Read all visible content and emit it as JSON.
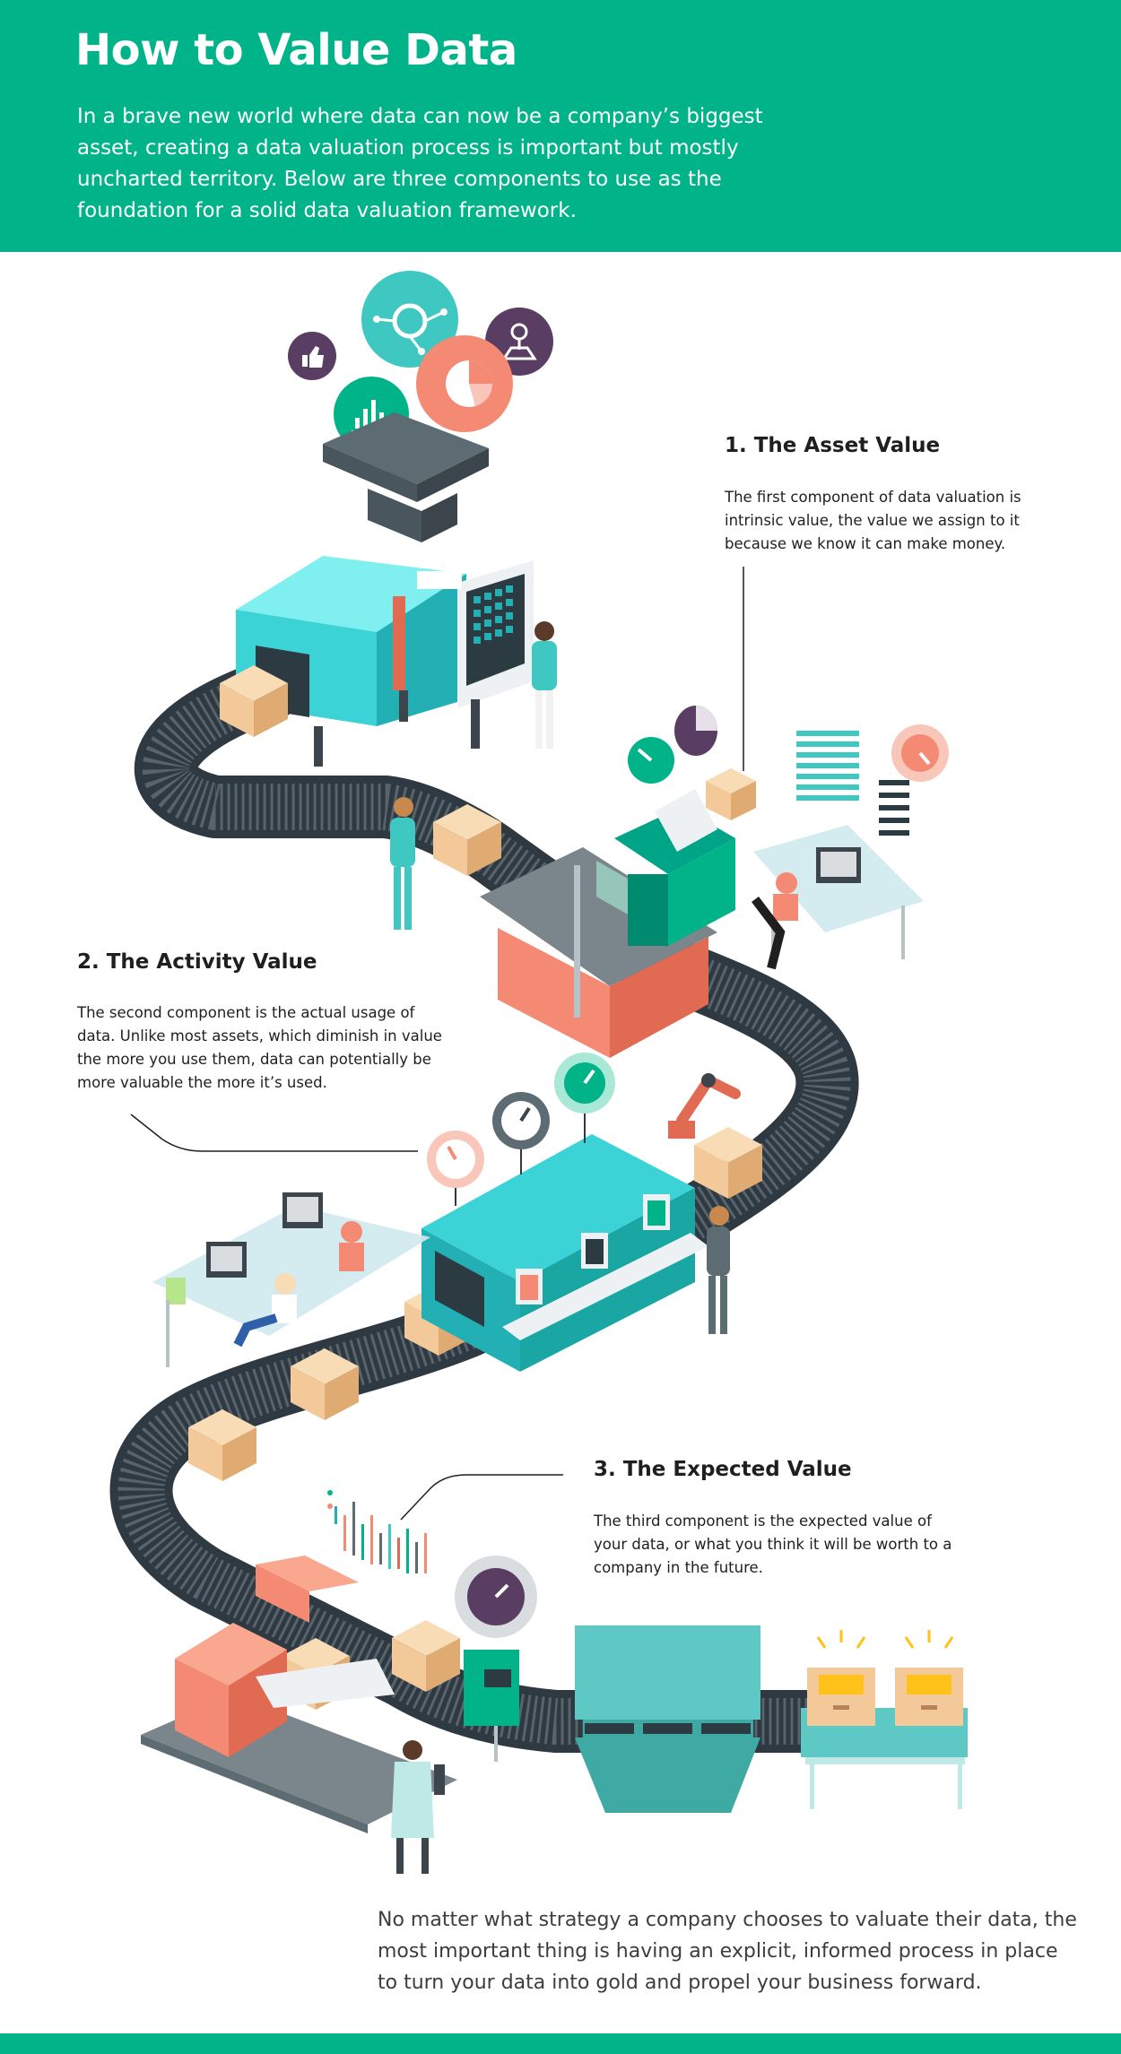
{
  "header": {
    "title": "How to Value Data",
    "intro": "In a brave new world where data can now be a company’s biggest asset, creating a data valuation process is important but mostly uncharted territory. Below are three components to use as the foundation for a solid data valuation framework."
  },
  "sections": [
    {
      "title": "1. The Asset Value",
      "text": "The first component of data valuation is intrinsic value, the value we assign to it because we know it can make money."
    },
    {
      "title": "2. The Activity Value",
      "text": "The second component is the actual usage of data. Unlike most assets, which diminish in value the more you use them, data can potentially be more valuable the more it’s used."
    },
    {
      "title": "3. The Expected Value",
      "text": "The third component is the expected value of your data, or what you think it will be worth to a company in the future."
    }
  ],
  "closing": "No matter what strategy a company chooses to valuate their data, the most important thing is having an explicit, informed process in place to turn your data into gold and propel your business forward.",
  "colors": {
    "brand_green": "#00b388",
    "teal": "#3cd3d6",
    "dark_teal": "#1aa6a3",
    "salmon": "#f48a73",
    "purple": "#5a3d63",
    "belt": "#3f4a54",
    "box": "#f3c99a",
    "gold": "#ffc21a"
  },
  "icons": [
    "thumbs-up-icon",
    "network-icon",
    "map-pin-icon",
    "pie-chart-icon",
    "bar-chart-icon",
    "heart-icon",
    "gauge-icon"
  ]
}
